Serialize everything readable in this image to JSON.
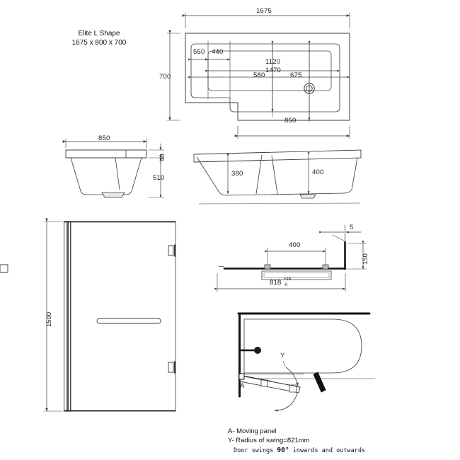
{
  "drawing": {
    "product_title": "Elite L Shape",
    "product_size": "1675 x 800 x 700",
    "units": "mm"
  },
  "views": {
    "plan": {
      "name": "bath-plan-view",
      "dimensions": {
        "overall_length": "1675",
        "overall_width": "700",
        "shower_end_width": "850",
        "inner_a": "550",
        "inner_b": "440",
        "inner_c": "1120",
        "inner_d": "1470",
        "waste_offset_1": "580",
        "waste_offset_2": "675"
      }
    },
    "end_elevation": {
      "name": "bath-end-elevation",
      "dimensions": {
        "width": "850",
        "rim_thickness": "40",
        "height": "510"
      }
    },
    "front_elevation": {
      "name": "bath-front-elevation",
      "dimensions": {
        "depth_tap_end": "380",
        "depth_shower_end": "400"
      }
    },
    "screen_elevation": {
      "name": "shower-screen-elevation",
      "dimensions": {
        "height": "1500"
      }
    },
    "screen_plan": {
      "name": "shower-screen-plan",
      "dimensions": {
        "handle_centres": "400",
        "overall_width": "818",
        "tolerance_plus": "+15",
        "tolerance_minus": "-0",
        "return_panel": "150",
        "glass_thickness": "5"
      }
    },
    "swing_plan": {
      "name": "door-swing-plan",
      "markers": {
        "panel": "A",
        "radius": "Y"
      }
    }
  },
  "legend": {
    "line_a": "A- Moving  panel",
    "line_y": "Y- Radius of swing=821mm",
    "line_swing_pre": "Door swings ",
    "line_swing_angle": "90°",
    "line_swing_post": " inwards and outwards"
  },
  "colors": {
    "line": "#3c3c3c",
    "heavy": "#111111",
    "thin": "#777777",
    "text": "#1a1a1a"
  }
}
